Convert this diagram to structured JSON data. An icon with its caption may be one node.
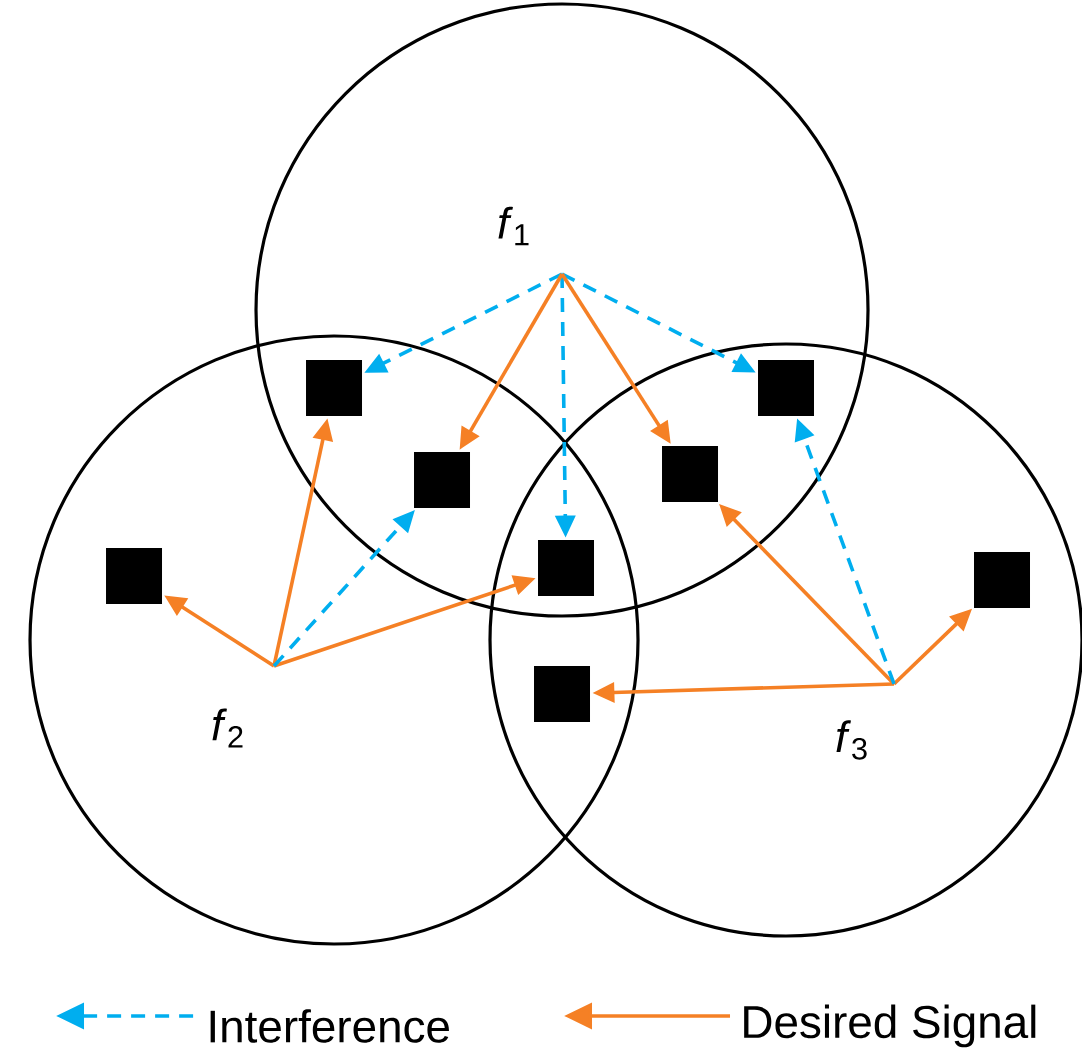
{
  "diagram": {
    "nodes": [
      {
        "text": [],
        "shape": "circle"
      },
      {
        "text": [
          "*f*$_{1}$"
        ],
        "in": 0
      },
      {
        "text": [],
        "shape": "circle"
      },
      {
        "text": [],
        "shape": "circle"
      },
      {
        "text": [],
        "shape": "box"
      },
      {
        "text": [],
        "shape": "box"
      },
      {
        "text": [],
        "shape": "box"
      },
      {
        "text": [],
        "shape": "box"
      },
      {
        "text": [],
        "shape": "box",
        "in": 2
      },
      {
        "text": [],
        "shape": "box"
      },
      {
        "text": [],
        "shape": "box",
        "in": 3
      },
      {
        "text": [
          "*f*$_{2}$"
        ],
        "in": 2
      },
      {
        "text": [],
        "shape": "box"
      },
      {
        "text": [
          "*f*$_{3}$"
        ],
        "in": 3
      }
    ],
    "edges": [
      {
        "from": 1,
        "to": 4,
        "arrow": "to",
        "style": "dashed",
        "color": "#00aeef"
      },
      {
        "from": 1,
        "to": 5,
        "arrow": "to",
        "style": "dashed",
        "color": "#00aeef"
      },
      {
        "from": 1,
        "to": 9,
        "arrow": "to",
        "style": "dashed",
        "color": "#00aeef"
      },
      {
        "from": 1,
        "to": 6,
        "arrow": "to"
      },
      {
        "from": 1,
        "to": 7,
        "arrow": "to"
      },
      {
        "from": 11,
        "to": 4,
        "arrow": "to"
      },
      {
        "from": 11,
        "to": 8,
        "arrow": "to"
      },
      {
        "from": 11,
        "to": 9,
        "arrow": "to"
      },
      {
        "from": 11,
        "to": 6,
        "arrow": "to",
        "style": "dashed",
        "color": "#00aeef"
      },
      {
        "from": 13,
        "to": 12,
        "arrow": "to"
      },
      {
        "from": 13,
        "to": 7,
        "arrow": "to"
      },
      {
        "from": 13,
        "to": 10,
        "arrow": "to"
      },
      {
        "from": 13,
        "to": 5,
        "arrow": "to",
        "style": "dashed",
        "color": "#00aeef"
      }
    ],
    "legend": [
      {
        "text": "Interference"
      },
      {
        "text": "Desired Signal"
      }
    ]
  }
}
